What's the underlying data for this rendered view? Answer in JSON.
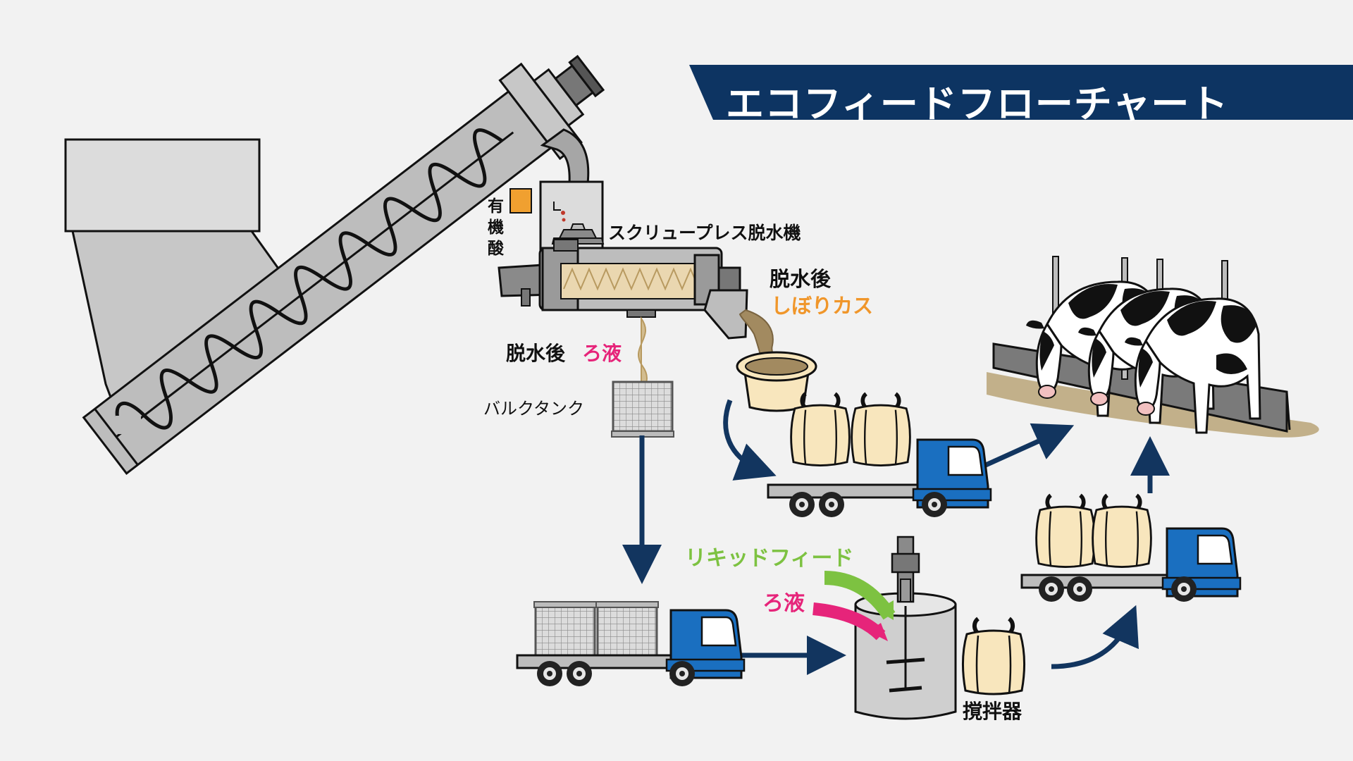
{
  "title": "エコフィードフローチャート",
  "labels": {
    "press": "スクリュープレス脱水機",
    "acid_1": "有",
    "acid_2": "機",
    "acid_3": "酸",
    "solid_head": "脱水後",
    "solid_name": "しぼりカス",
    "liquid_head": "脱水後",
    "liquid_name": "ろ液",
    "bulk_tank": "バルクタンク",
    "liquid_feed": "リキッドフィード",
    "filtrate": "ろ液",
    "mixer": "撹拌器"
  },
  "colors": {
    "title_band": "#0d3462",
    "arrow": "#12355f",
    "truck_blue": "#1a6fc0",
    "solid_orange": "#f0962a",
    "filtrate_pink": "#e6247a",
    "feed_green": "#7dc241",
    "bag_cream": "#f8e6bd",
    "machine_grey": "#bfbfbf"
  },
  "icons": [
    "screw-conveyor-icon",
    "dewatering-press-icon",
    "bulk-tank-icon",
    "bucket-icon",
    "truck-icon",
    "mixer-tank-icon",
    "bulk-bag-icon",
    "cows-icon",
    "feed-trough-icon"
  ]
}
